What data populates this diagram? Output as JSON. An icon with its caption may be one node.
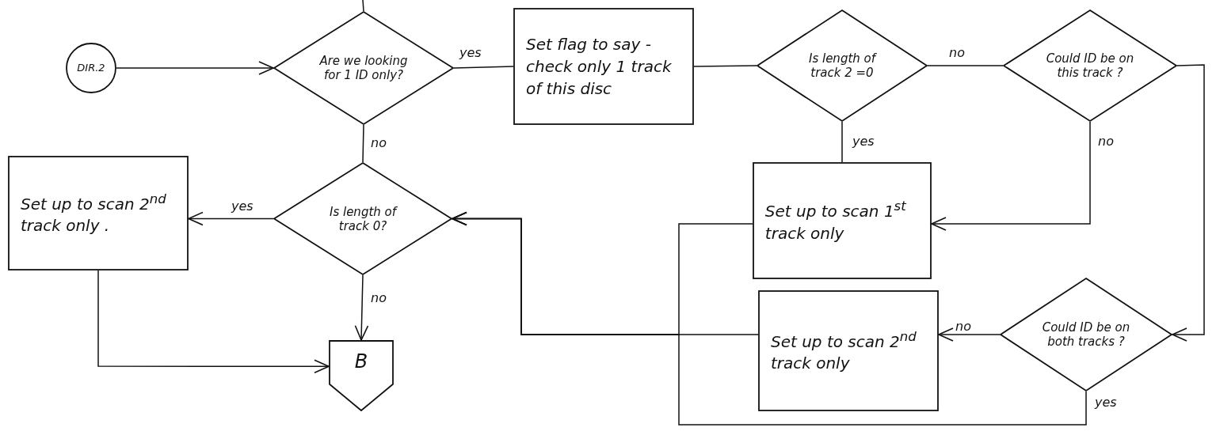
{
  "diagram": {
    "nodes": [
      {
        "text": [
          "DIR.2"
        ]
      },
      {
        "text": [
          "Are we looking for 1 ID only?"
        ]
      },
      {
        "text": [
          "Set flag to say - check only 1 track of this disc"
        ]
      },
      {
        "text": [
          "Is length of track 2 =0"
        ]
      },
      {
        "text": [
          "Could ID be on this track ?"
        ]
      },
      {
        "text": [
          "Set up to scan 2$^{nd}$ track only ."
        ]
      },
      {
        "text": [
          "Is length of track 0?"
        ]
      },
      {
        "text": [
          "Set up to scan 1$^{st}$ track only"
        ]
      },
      {
        "text": [
          "Set up to scan 2$^{nd}$ track only"
        ]
      },
      {
        "text": [
          "Could ID be on both tracks ?"
        ]
      },
      {
        "text": [
          "B"
        ]
      }
    ],
    "edges": [
      {
        "from": 0,
        "to": 1,
        "arrow": "to"
      },
      {
        "from": null,
        "to": 1,
        "arrow": "none"
      },
      {
        "from": 1,
        "to": 2,
        "arrow": "none",
        "label": "yes"
      },
      {
        "from": 2,
        "to": 3,
        "arrow": "none"
      },
      {
        "from": 3,
        "to": 4,
        "arrow": "none",
        "label": "no"
      },
      {
        "from": 3,
        "to": 7,
        "arrow": "none",
        "label": "yes"
      },
      {
        "from": 4,
        "to": 7,
        "arrow": "to",
        "label": "no"
      },
      {
        "from": 4,
        "to": 9,
        "arrow": "to"
      },
      {
        "from": 9,
        "to": 8,
        "arrow": "to",
        "label": "no"
      },
      {
        "from": 9,
        "to": 6,
        "arrow": "to",
        "label": "yes"
      },
      {
        "from": 7,
        "to": 6,
        "arrow": "to"
      },
      {
        "from": 8,
        "to": 6,
        "arrow": "to"
      },
      {
        "from": 1,
        "to": 6,
        "arrow": "none",
        "label": "no"
      },
      {
        "from": 6,
        "to": 5,
        "arrow": "to",
        "label": "yes"
      },
      {
        "from": 6,
        "to": 10,
        "arrow": "to",
        "label": "no"
      },
      {
        "from": 5,
        "to": 10,
        "arrow": "to"
      }
    ]
  }
}
